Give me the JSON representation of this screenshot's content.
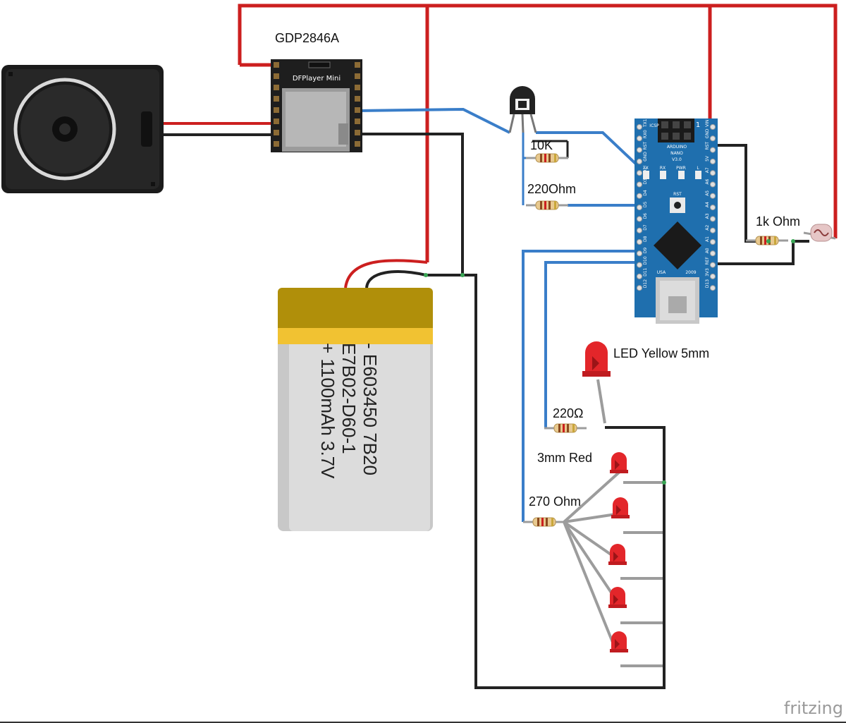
{
  "labels": {
    "dfplayer_part": "GDP2846A",
    "dfplayer_silk": "DFPlayer Mini",
    "r_10k": "10K",
    "r_220ohm": "220Ohm",
    "r_1k": "1k Ohm",
    "led_yellow": "LED Yellow 5mm",
    "r_220_omega": "220Ω",
    "led_red": "3mm Red",
    "r_270": "270 Ohm"
  },
  "battery": {
    "line1": "- E603450 7B20",
    "line2": "E7B02-D60-1",
    "line3": "+ 1100mAh 3.7V"
  },
  "nano": {
    "name": "ARDUINO",
    "model": "NANO",
    "version": "V3.0",
    "country": "USA",
    "year": "2009",
    "tx": "TX",
    "rx": "RX",
    "pwr": "PWR",
    "l": "L",
    "rst": "RST",
    "icsp": "ICSP",
    "pin1": "1",
    "left_pins": [
      "TX1",
      "RX0",
      "RST",
      "GND",
      "D2",
      "D3",
      "D4",
      "D5",
      "D6",
      "D7",
      "D8",
      "D9",
      "D10",
      "D11",
      "D12"
    ],
    "right_pins": [
      "VIN",
      "GND",
      "RST",
      "5V",
      "A7",
      "A6",
      "A5",
      "A4",
      "A3",
      "A2",
      "A1",
      "A0",
      "REF",
      "3V3",
      "D13"
    ]
  },
  "brand": "fritzing",
  "colors": {
    "red_wire": "#cc1f1f",
    "black_wire": "#222222",
    "blue_wire": "#3a7ec9",
    "gray_wire": "#9c9c9c",
    "nano_board": "#1f6fae",
    "led_red": "#e3262a",
    "battery_tape": "#c9a00b"
  }
}
